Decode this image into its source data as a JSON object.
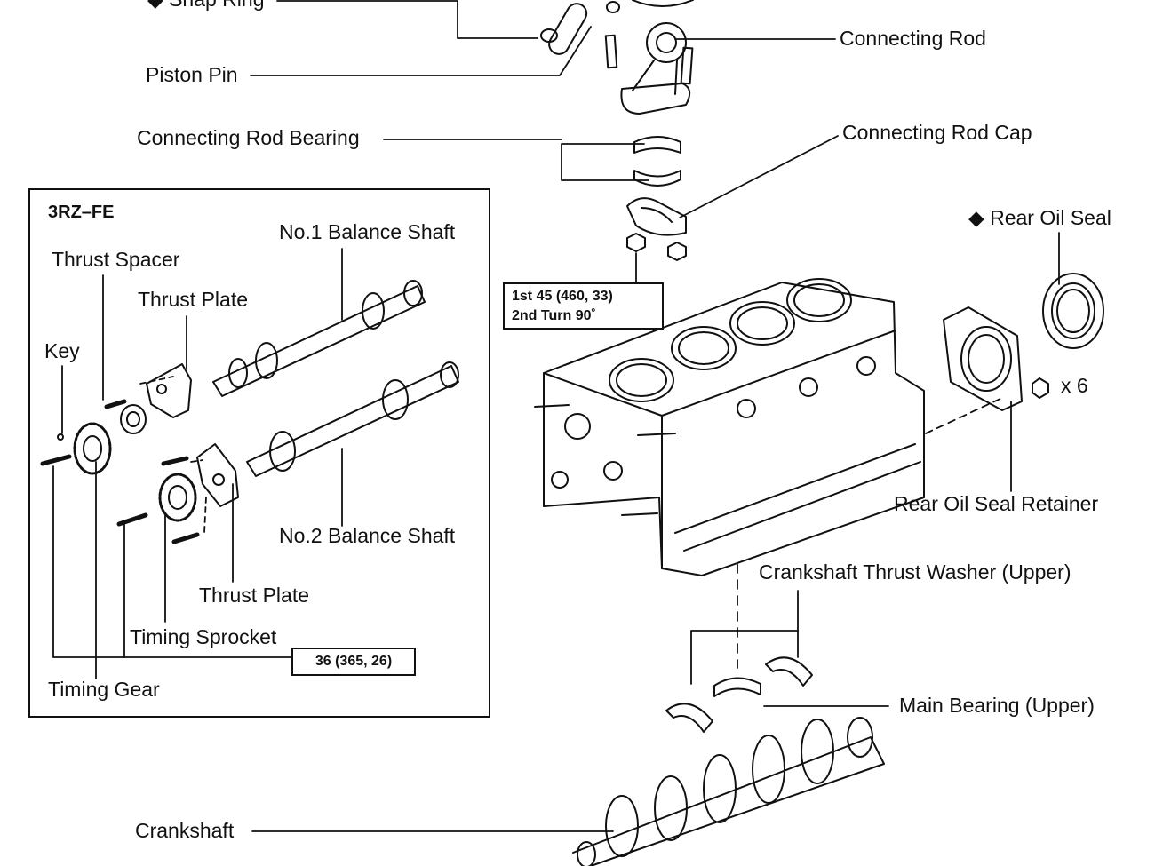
{
  "labels": {
    "snap_ring": "◆ Snap Ring",
    "piston_pin": "Piston Pin",
    "connecting_rod": "Connecting Rod",
    "connecting_rod_bearing": "Connecting Rod Bearing",
    "connecting_rod_cap": "Connecting Rod Cap",
    "rear_oil_seal": "◆ Rear Oil Seal",
    "x6": "x 6",
    "rear_oil_seal_retainer": "Rear Oil Seal Retainer",
    "crankshaft_thrust_washer_upper": "Crankshaft Thrust Washer (Upper)",
    "main_bearing_upper": "Main Bearing (Upper)",
    "crankshaft": "Crankshaft"
  },
  "torque_spec": {
    "line1": "1st 45 (460, 33)",
    "line2": "2nd Turn 90˚"
  },
  "inset": {
    "title": "3RZ–FE",
    "no1_balance_shaft": "No.1 Balance Shaft",
    "thrust_spacer": "Thrust Spacer",
    "thrust_plate_upper": "Thrust Plate",
    "key": "Key",
    "no2_balance_shaft": "No.2 Balance Shaft",
    "thrust_plate_lower": "Thrust Plate",
    "timing_sprocket": "Timing Sprocket",
    "torque_spec": "36 (365, 26)",
    "timing_gear": "Timing Gear"
  },
  "colors": {
    "ink": "#111111",
    "background": "#ffffff"
  }
}
